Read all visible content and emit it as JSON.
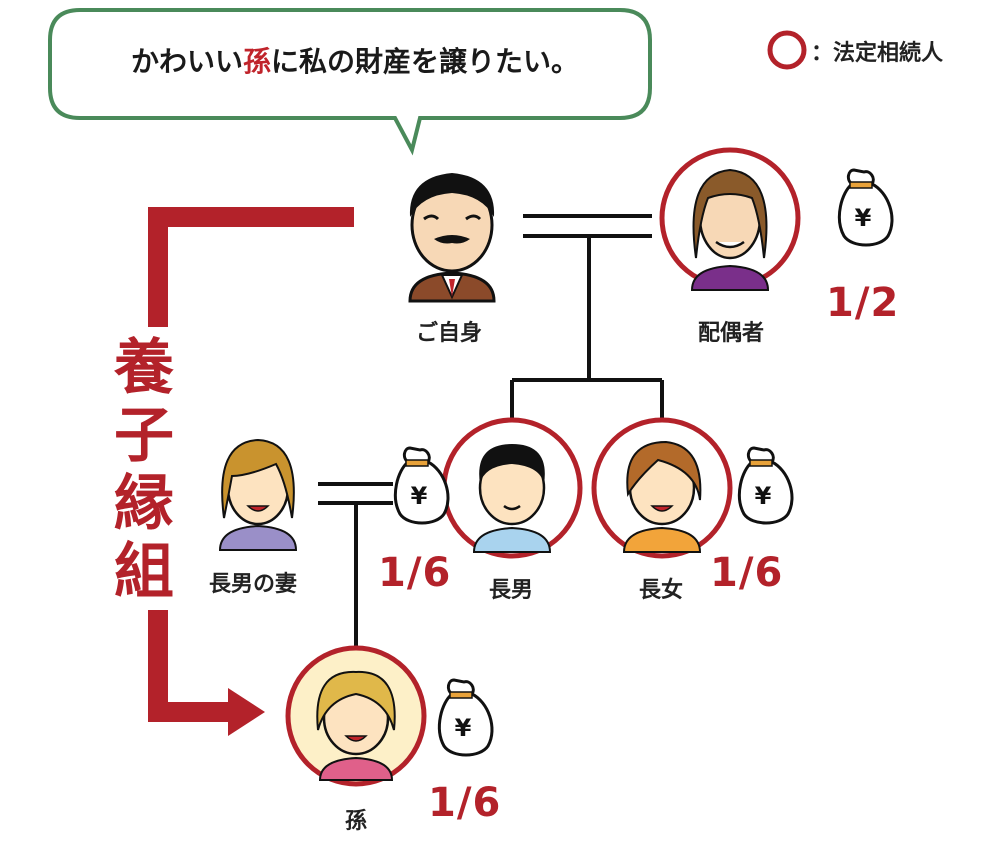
{
  "speech_bubble": {
    "text_before": "かわいい",
    "text_highlight": "孫",
    "text_after": "に私の財産を譲りたい。"
  },
  "legend": {
    "label": "：法定相続人",
    "color": "#b3222a"
  },
  "adoption_label": [
    "養",
    "子",
    "縁",
    "組"
  ],
  "people": {
    "self": {
      "label": "ご自身",
      "heir": false
    },
    "spouse": {
      "label": "配偶者",
      "heir": true,
      "share": "1/2"
    },
    "eldest_son_wife": {
      "label": "長男の妻",
      "heir": false
    },
    "eldest_son": {
      "label": "長男",
      "heir": true,
      "share": "1/6"
    },
    "eldest_daughter": {
      "label": "長女",
      "heir": true,
      "share": "1/6"
    },
    "grandchild": {
      "label": "孫",
      "heir": true,
      "share": "1/6"
    }
  },
  "colors": {
    "accent_red": "#b3222a",
    "bubble_border": "#4a8a5a",
    "line": "#111111"
  }
}
